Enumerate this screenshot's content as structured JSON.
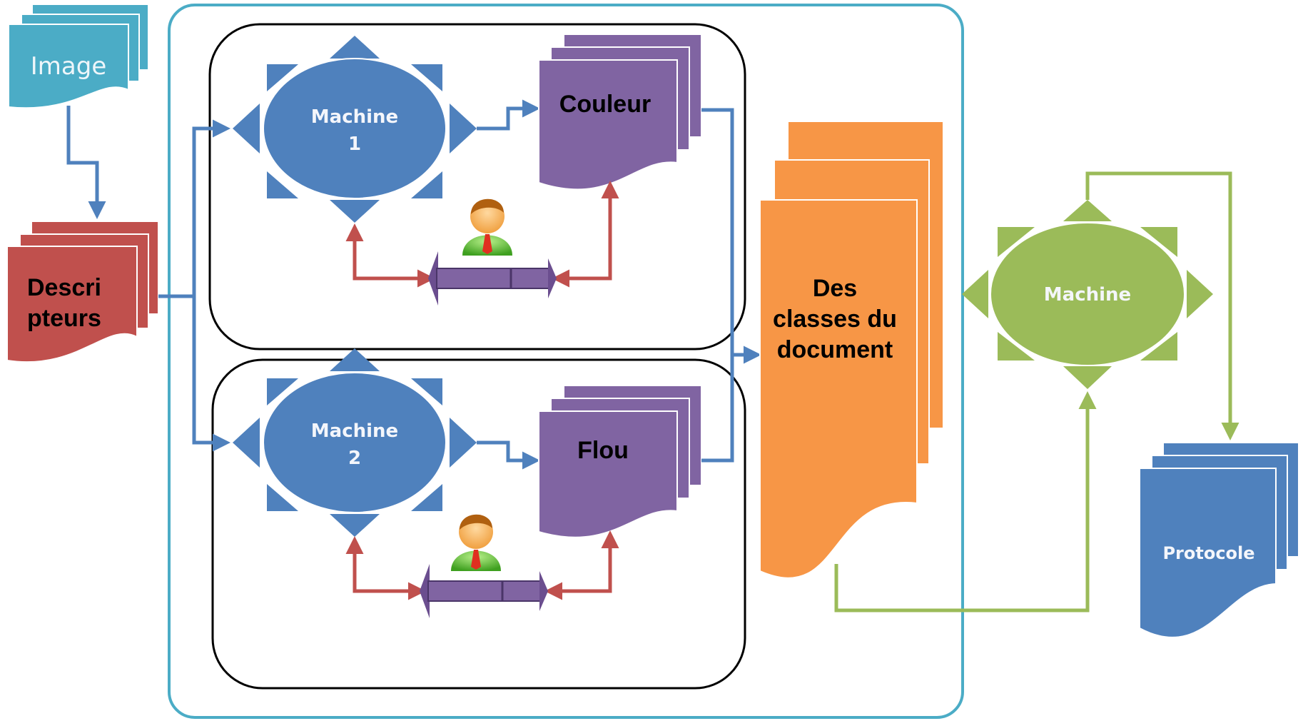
{
  "image_doc": {
    "label": "Image"
  },
  "descripteurs": {
    "line1": "Descri",
    "line2": "pteurs"
  },
  "machine1": {
    "line1": "Machine",
    "line2": "1"
  },
  "machine2": {
    "line1": "Machine",
    "line2": "2"
  },
  "couleur": {
    "label": "Couleur"
  },
  "flou": {
    "label": "Flou"
  },
  "classes": {
    "line1": "Des",
    "line2": "classes du",
    "line3": "document"
  },
  "machine_final": {
    "label": "Machine"
  },
  "protocole": {
    "label": "Protocole"
  },
  "colors": {
    "teal": "#4bacc6",
    "red": "#c0504d",
    "blue": "#4f81bd",
    "purple": "#8064a2",
    "orange": "#f79646",
    "green": "#9bbb59",
    "arrow_red": "#c0504d",
    "frame": "#4bacc6"
  },
  "icons": [
    "user-icon",
    "slider-bar-icon"
  ]
}
